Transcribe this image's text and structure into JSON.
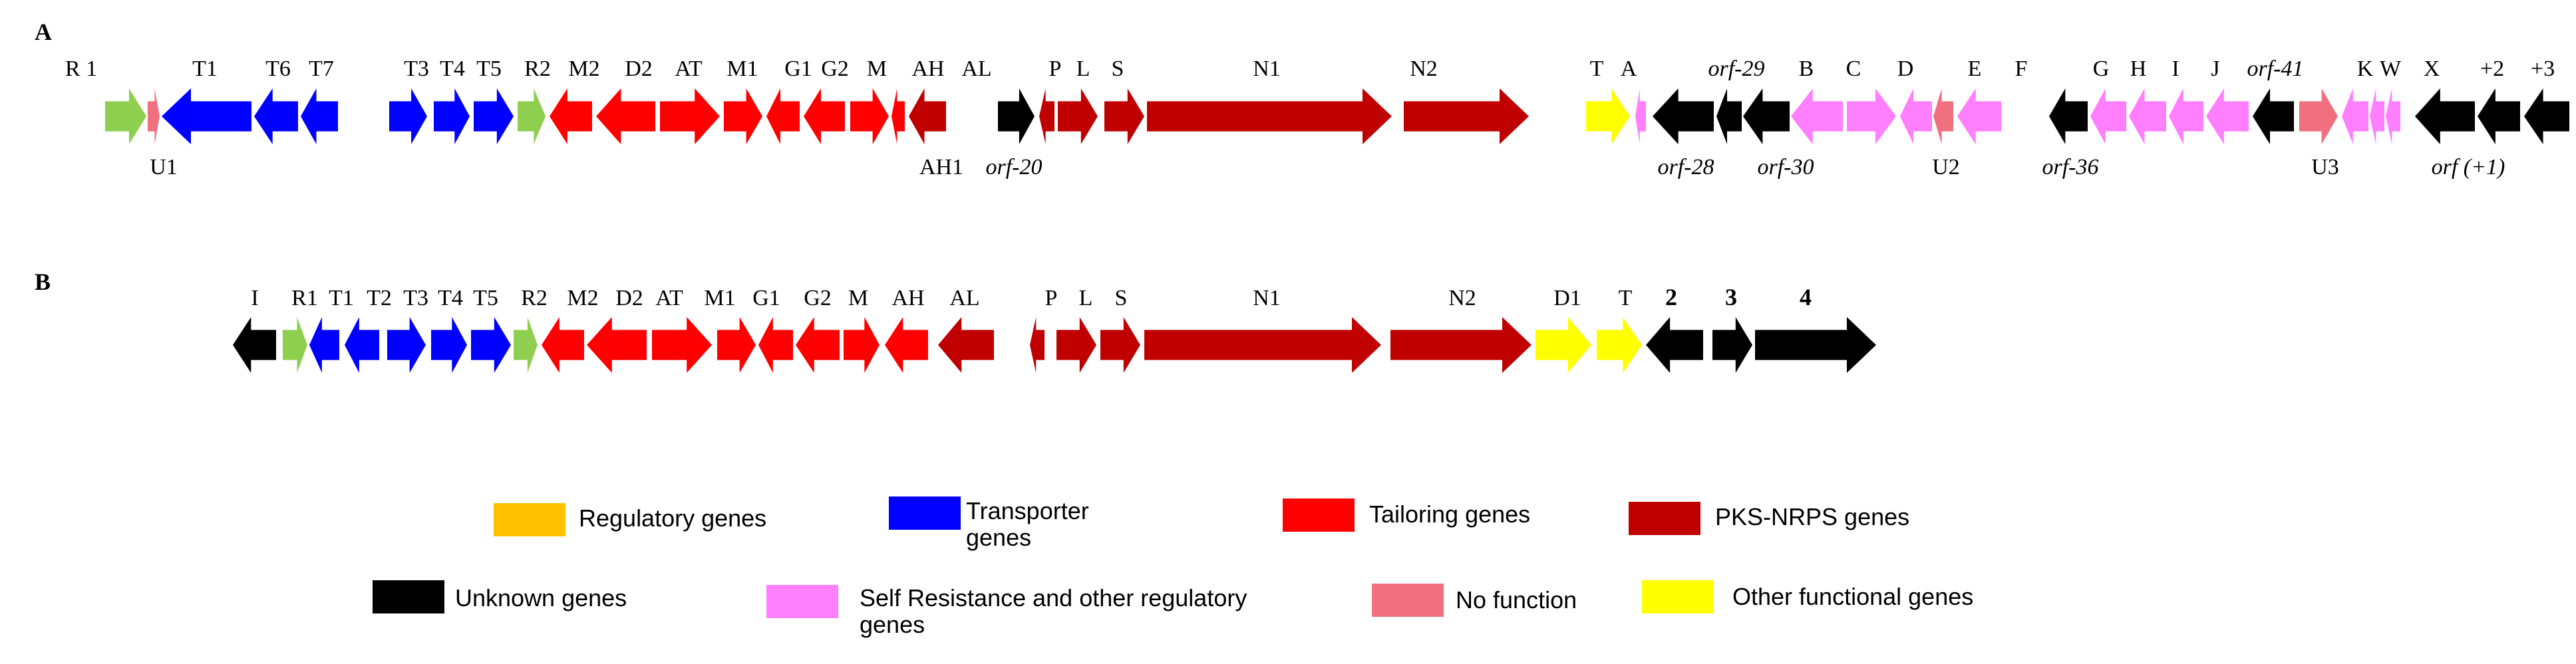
{
  "colors": {
    "regulatory": "#8fcf50",
    "regulatory_legend": "#ffc000",
    "transporter": "#0000ff",
    "tailoring": "#ff0000",
    "pks_nrps": "#c00000",
    "unknown": "#000000",
    "self_resistance": "#ff7fff",
    "no_function": "#f07080",
    "other_functional": "#ffff00"
  },
  "panels": [
    {
      "label": "A",
      "genes": [
        {
          "dir": "R",
          "type": "regulatory"
        },
        {
          "dir": "R",
          "type": "no_function"
        },
        {
          "dir": "L",
          "type": "transporter"
        },
        {
          "dir": "L",
          "type": "transporter"
        },
        {
          "dir": "L",
          "type": "transporter"
        },
        {
          "dir": "R",
          "type": "transporter"
        },
        {
          "dir": "R",
          "type": "transporter"
        },
        {
          "dir": "R",
          "type": "transporter"
        },
        {
          "dir": "R",
          "type": "regulatory"
        },
        {
          "dir": "L",
          "type": "tailoring"
        },
        {
          "dir": "L",
          "type": "tailoring"
        },
        {
          "dir": "R",
          "type": "tailoring"
        },
        {
          "dir": "R",
          "type": "tailoring"
        },
        {
          "dir": "L",
          "type": "tailoring"
        },
        {
          "dir": "L",
          "type": "tailoring"
        },
        {
          "dir": "R",
          "type": "tailoring"
        },
        {
          "dir": "L",
          "type": "tailoring"
        },
        {
          "dir": "L",
          "type": "pks_nrps"
        },
        {
          "dir": "R",
          "type": "unknown"
        },
        {
          "dir": "L",
          "type": "pks_nrps"
        },
        {
          "dir": "R",
          "type": "pks_nrps"
        },
        {
          "dir": "R",
          "type": "pks_nrps"
        },
        {
          "dir": "R",
          "type": "pks_nrps"
        },
        {
          "dir": "R",
          "type": "pks_nrps"
        },
        {
          "dir": "R",
          "type": "other_functional"
        },
        {
          "dir": "L",
          "type": "self_resistance"
        },
        {
          "dir": "L",
          "type": "unknown"
        },
        {
          "dir": "L",
          "type": "unknown"
        },
        {
          "dir": "L",
          "type": "unknown"
        },
        {
          "dir": "L",
          "type": "self_resistance"
        },
        {
          "dir": "R",
          "type": "self_resistance"
        },
        {
          "dir": "L",
          "type": "self_resistance"
        },
        {
          "dir": "L",
          "type": "no_function"
        },
        {
          "dir": "L",
          "type": "self_resistance"
        },
        {
          "dir": "L",
          "type": "unknown"
        },
        {
          "dir": "L",
          "type": "self_resistance"
        },
        {
          "dir": "L",
          "type": "self_resistance"
        },
        {
          "dir": "L",
          "type": "self_resistance"
        },
        {
          "dir": "L",
          "type": "self_resistance"
        },
        {
          "dir": "L",
          "type": "unknown"
        },
        {
          "dir": "R",
          "type": "no_function"
        },
        {
          "dir": "L",
          "type": "self_resistance"
        },
        {
          "dir": "L",
          "type": "self_resistance"
        },
        {
          "dir": "L",
          "type": "self_resistance"
        },
        {
          "dir": "L",
          "type": "unknown"
        },
        {
          "dir": "L",
          "type": "unknown"
        },
        {
          "dir": "L",
          "type": "unknown"
        }
      ],
      "labels": [
        {
          "text": "R 1",
          "pos": "top",
          "style": "normal"
        },
        {
          "text": "T1",
          "pos": "top",
          "style": "normal"
        },
        {
          "text": "T6",
          "pos": "top",
          "style": "normal"
        },
        {
          "text": "T7",
          "pos": "top",
          "style": "normal"
        },
        {
          "text": "T3",
          "pos": "top",
          "style": "normal"
        },
        {
          "text": "T4",
          "pos": "top",
          "style": "normal"
        },
        {
          "text": "T5",
          "pos": "top",
          "style": "normal"
        },
        {
          "text": "R2",
          "pos": "top",
          "style": "normal"
        },
        {
          "text": "M2",
          "pos": "top",
          "style": "normal"
        },
        {
          "text": "D2",
          "pos": "top",
          "style": "normal"
        },
        {
          "text": "AT",
          "pos": "top",
          "style": "normal"
        },
        {
          "text": "M1",
          "pos": "top",
          "style": "normal"
        },
        {
          "text": "G1",
          "pos": "top",
          "style": "normal"
        },
        {
          "text": "G2",
          "pos": "top",
          "style": "normal"
        },
        {
          "text": "M",
          "pos": "top",
          "style": "normal"
        },
        {
          "text": "AH",
          "pos": "top",
          "style": "normal"
        },
        {
          "text": "AL",
          "pos": "top",
          "style": "normal"
        },
        {
          "text": "P",
          "pos": "top",
          "style": "normal"
        },
        {
          "text": "L",
          "pos": "top",
          "style": "normal"
        },
        {
          "text": "S",
          "pos": "top",
          "style": "normal"
        },
        {
          "text": "N1",
          "pos": "top",
          "style": "normal"
        },
        {
          "text": "N2",
          "pos": "top",
          "style": "normal"
        },
        {
          "text": "T",
          "pos": "top",
          "style": "normal"
        },
        {
          "text": "A",
          "pos": "top",
          "style": "normal"
        },
        {
          "text": "orf-29",
          "pos": "top",
          "style": "italic"
        },
        {
          "text": "B",
          "pos": "top",
          "style": "normal"
        },
        {
          "text": "C",
          "pos": "top",
          "style": "normal"
        },
        {
          "text": "D",
          "pos": "top",
          "style": "normal"
        },
        {
          "text": "E",
          "pos": "top",
          "style": "normal"
        },
        {
          "text": "F",
          "pos": "top",
          "style": "normal"
        },
        {
          "text": "G",
          "pos": "top",
          "style": "normal"
        },
        {
          "text": "H",
          "pos": "top",
          "style": "normal"
        },
        {
          "text": "I",
          "pos": "top",
          "style": "normal"
        },
        {
          "text": "J",
          "pos": "top",
          "style": "normal"
        },
        {
          "text": "orf-41",
          "pos": "top",
          "style": "italic"
        },
        {
          "text": "K",
          "pos": "top",
          "style": "normal"
        },
        {
          "text": "W",
          "pos": "top",
          "style": "normal"
        },
        {
          "text": "X",
          "pos": "top",
          "style": "normal"
        },
        {
          "text": "+2",
          "pos": "top",
          "style": "normal"
        },
        {
          "text": "+3",
          "pos": "top",
          "style": "normal"
        },
        {
          "text": "U1",
          "pos": "bottom",
          "style": "normal"
        },
        {
          "text": "AH1",
          "pos": "bottom",
          "style": "normal"
        },
        {
          "text": "orf-20",
          "pos": "bottom",
          "style": "italic"
        },
        {
          "text": "orf-28",
          "pos": "bottom",
          "style": "italic"
        },
        {
          "text": "orf-30",
          "pos": "bottom",
          "style": "italic"
        },
        {
          "text": "U2",
          "pos": "bottom",
          "style": "normal"
        },
        {
          "text": "orf-36",
          "pos": "bottom",
          "style": "italic"
        },
        {
          "text": "U3",
          "pos": "bottom",
          "style": "normal"
        },
        {
          "text": "orf (+1)",
          "pos": "bottom",
          "style": "italic"
        }
      ]
    },
    {
      "label": "B",
      "genes": [
        {
          "dir": "L",
          "type": "unknown"
        },
        {
          "dir": "R",
          "type": "regulatory"
        },
        {
          "dir": "L",
          "type": "transporter"
        },
        {
          "dir": "L",
          "type": "transporter"
        },
        {
          "dir": "R",
          "type": "transporter"
        },
        {
          "dir": "R",
          "type": "transporter"
        },
        {
          "dir": "R",
          "type": "transporter"
        },
        {
          "dir": "R",
          "type": "regulatory"
        },
        {
          "dir": "L",
          "type": "tailoring"
        },
        {
          "dir": "L",
          "type": "tailoring"
        },
        {
          "dir": "R",
          "type": "tailoring"
        },
        {
          "dir": "R",
          "type": "tailoring"
        },
        {
          "dir": "L",
          "type": "tailoring"
        },
        {
          "dir": "L",
          "type": "tailoring"
        },
        {
          "dir": "R",
          "type": "tailoring"
        },
        {
          "dir": "L",
          "type": "tailoring"
        },
        {
          "dir": "L",
          "type": "pks_nrps"
        },
        {
          "dir": "L",
          "type": "pks_nrps"
        },
        {
          "dir": "R",
          "type": "pks_nrps"
        },
        {
          "dir": "R",
          "type": "pks_nrps"
        },
        {
          "dir": "R",
          "type": "pks_nrps"
        },
        {
          "dir": "R",
          "type": "pks_nrps"
        },
        {
          "dir": "R",
          "type": "other_functional"
        },
        {
          "dir": "R",
          "type": "other_functional"
        },
        {
          "dir": "L",
          "type": "unknown"
        },
        {
          "dir": "R",
          "type": "unknown"
        },
        {
          "dir": "R",
          "type": "unknown"
        }
      ],
      "labels": [
        {
          "text": "I",
          "pos": "top",
          "style": "normal"
        },
        {
          "text": "R1",
          "pos": "top",
          "style": "normal"
        },
        {
          "text": "T1",
          "pos": "top",
          "style": "normal"
        },
        {
          "text": "T2",
          "pos": "top",
          "style": "normal"
        },
        {
          "text": "T3",
          "pos": "top",
          "style": "normal"
        },
        {
          "text": "T4",
          "pos": "top",
          "style": "normal"
        },
        {
          "text": "T5",
          "pos": "top",
          "style": "normal"
        },
        {
          "text": "R2",
          "pos": "top",
          "style": "normal"
        },
        {
          "text": "M2",
          "pos": "top",
          "style": "normal"
        },
        {
          "text": "D2",
          "pos": "top",
          "style": "normal"
        },
        {
          "text": "AT",
          "pos": "top",
          "style": "normal"
        },
        {
          "text": "M1",
          "pos": "top",
          "style": "normal"
        },
        {
          "text": "G1",
          "pos": "top",
          "style": "normal"
        },
        {
          "text": "G2",
          "pos": "top",
          "style": "normal"
        },
        {
          "text": "M",
          "pos": "top",
          "style": "normal"
        },
        {
          "text": "AH",
          "pos": "top",
          "style": "normal"
        },
        {
          "text": "AL",
          "pos": "top",
          "style": "normal"
        },
        {
          "text": "P",
          "pos": "top",
          "style": "normal"
        },
        {
          "text": "L",
          "pos": "top",
          "style": "normal"
        },
        {
          "text": "S",
          "pos": "top",
          "style": "normal"
        },
        {
          "text": "N1",
          "pos": "top",
          "style": "normal"
        },
        {
          "text": "N2",
          "pos": "top",
          "style": "normal"
        },
        {
          "text": "D1",
          "pos": "top",
          "style": "normal"
        },
        {
          "text": "T",
          "pos": "top",
          "style": "normal"
        },
        {
          "text": "2",
          "pos": "top",
          "style": "bold"
        },
        {
          "text": "3",
          "pos": "top",
          "style": "bold"
        },
        {
          "text": "4",
          "pos": "top",
          "style": "bold"
        }
      ]
    }
  ],
  "legend": [
    {
      "key": "regulatory_legend",
      "text": "Regulatory genes"
    },
    {
      "key": "transporter",
      "text": "Transporter genes"
    },
    {
      "key": "tailoring",
      "text": "Tailoring genes"
    },
    {
      "key": "pks_nrps",
      "text": "PKS-NRPS genes"
    },
    {
      "key": "unknown",
      "text": "Unknown genes"
    },
    {
      "key": "self_resistance",
      "text": "Self Resistance and other regulatory genes"
    },
    {
      "key": "no_function",
      "text": "No function"
    },
    {
      "key": "other_functional",
      "text": "Other functional genes"
    }
  ]
}
